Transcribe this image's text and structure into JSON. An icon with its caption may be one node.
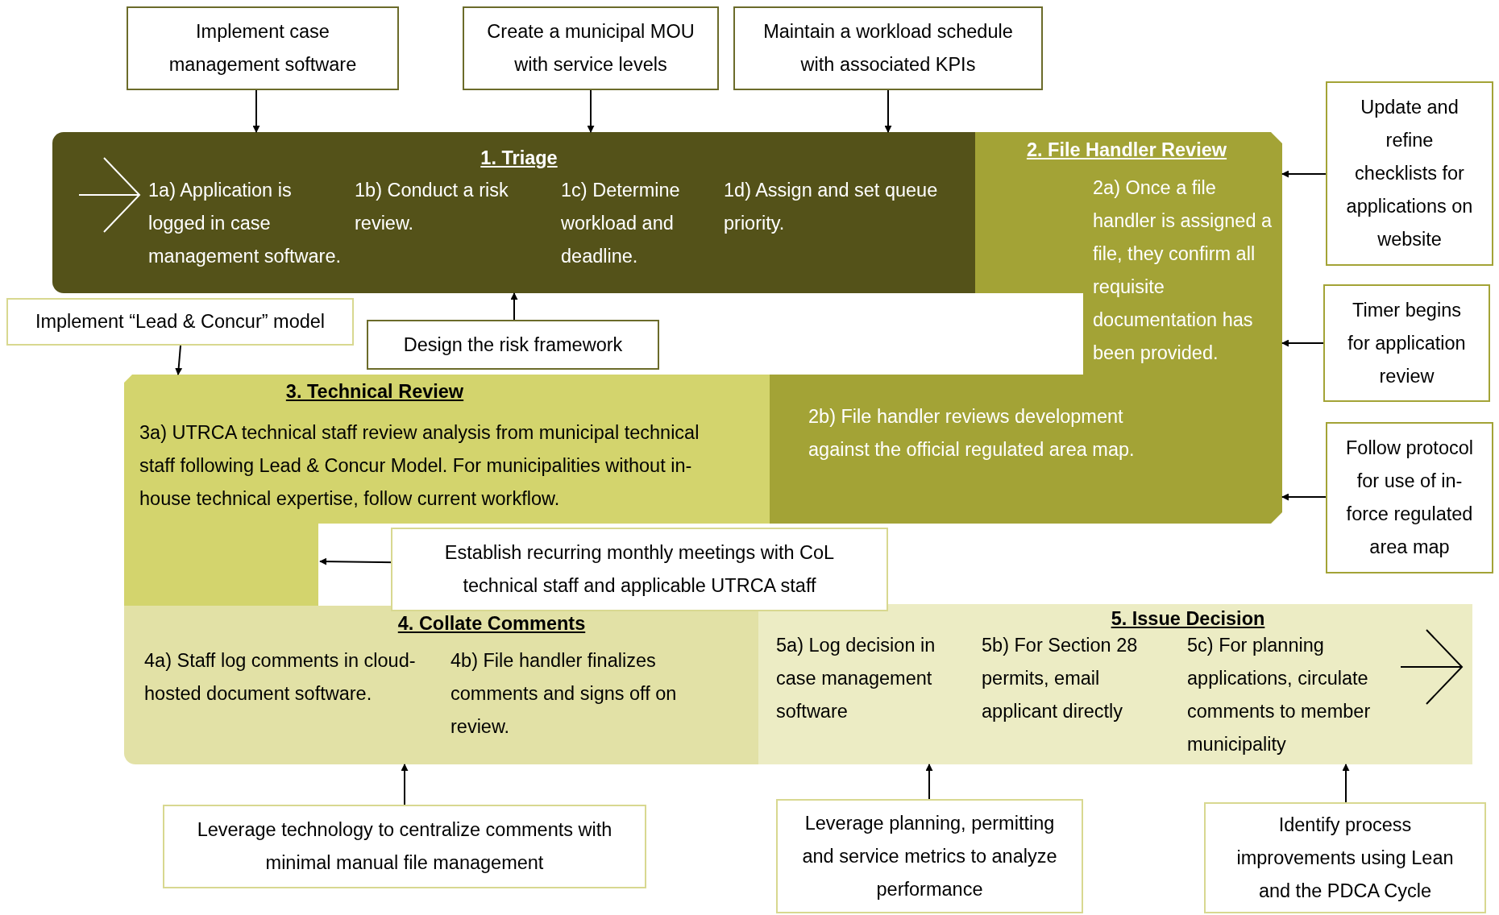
{
  "diagram": {
    "nodes": [
      {
        "text": [
          "Implement case management software"
        ]
      },
      {
        "text": [
          "Create a municipal MOU with service levels"
        ]
      },
      {
        "text": [
          "Maintain a workload schedule with associated KPIs"
        ]
      },
      {
        "text": [
          "1. Triage",
          "1a) Application is logged in case management software.",
          "1b) Conduct a risk review.",
          "1c) Determine workload and deadline.",
          "1d) Assign and set queue priority."
        ]
      },
      {
        "text": [
          "2. File Handler Review",
          "2a) Once a file handler is assigned a file, they confirm all requisite documentation has been provided.",
          "2b) File handler reviews development against the official regulated area map."
        ]
      },
      {
        "text": [
          "3. Technical Review",
          "3a) UTRCA technical staff review analysis from municipal technical staff following Lead & Concur Model. For municipalities without in-house technical expertise, follow current workflow."
        ]
      },
      {
        "text": [
          "4. Collate Comments",
          "4a) Staff log comments in cloud-hosted document software.",
          "4b) File handler finalizes comments and signs off on review."
        ]
      },
      {
        "text": [
          "5. Issue Decision",
          "5a) Log decision in case management software",
          "5b) For Section 28 permits, email applicant directly",
          "5c) For planning applications, circulate comments to member municipality"
        ]
      },
      {
        "text": [
          "Update and refine checklists for applications on website"
        ]
      },
      {
        "text": [
          "Timer begins for application review"
        ]
      },
      {
        "text": [
          "Follow protocol for use of in-force regulated area map"
        ]
      },
      {
        "text": [
          "Implement “Lead & Concur” model"
        ]
      },
      {
        "text": [
          "Design the risk framework"
        ]
      },
      {
        "text": [
          "Establish recurring monthly meetings with CoL technical staff and applicable UTRCA staff"
        ]
      },
      {
        "text": [
          "Leverage technology to centralize comments with minimal manual file management"
        ]
      },
      {
        "text": [
          "Leverage planning, permitting and service metrics to analyze performance"
        ]
      },
      {
        "text": [
          "Identify process improvements using Lean and the PDCA Cycle"
        ]
      }
    ],
    "edges": [
      {
        "from": 0,
        "to": 3,
        "arrow": "to"
      },
      {
        "from": 1,
        "to": 3,
        "arrow": "to"
      },
      {
        "from": 2,
        "to": 3,
        "arrow": "to"
      },
      {
        "from": 8,
        "to": 4,
        "arrow": "to"
      },
      {
        "from": 9,
        "to": 4,
        "arrow": "to"
      },
      {
        "from": 10,
        "to": 4,
        "arrow": "to"
      },
      {
        "from": 11,
        "to": 5,
        "arrow": "to"
      },
      {
        "from": 12,
        "to": 3,
        "arrow": "to"
      },
      {
        "from": 13,
        "to": 5,
        "arrow": "to"
      },
      {
        "from": 14,
        "to": 6,
        "arrow": "to"
      },
      {
        "from": 15,
        "to": 7,
        "arrow": "to"
      },
      {
        "from": 16,
        "to": 7,
        "arrow": "to"
      }
    ]
  }
}
